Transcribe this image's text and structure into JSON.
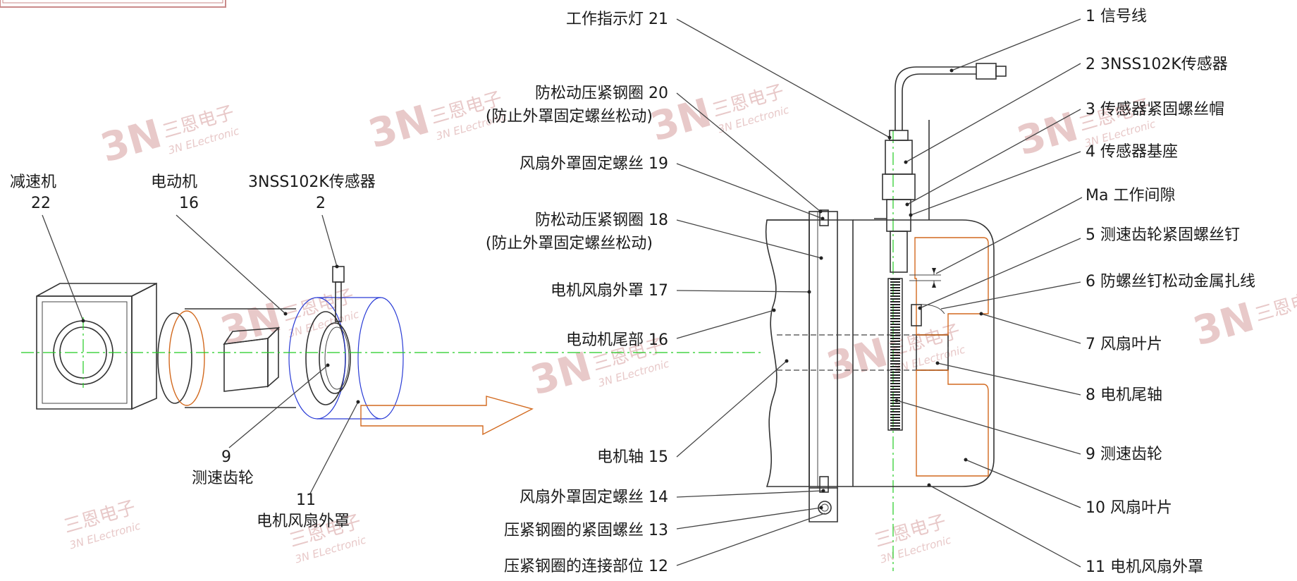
{
  "left_view": {
    "reducer": {
      "name": "减速机",
      "num": "22"
    },
    "motor": {
      "name": "电动机",
      "num": "16"
    },
    "sensor": {
      "name": "3NSS102K传感器",
      "num": "2"
    },
    "gear": {
      "num": "9",
      "name": "测速齿轮"
    },
    "cover": {
      "num": "11",
      "name": "电机风扇外罩"
    }
  },
  "left_labels": {
    "l21": "工作指示灯  21",
    "l20a": "防松动压紧钢圈  20",
    "l20b": "(防止外罩固定螺丝松动)",
    "l19": "风扇外罩固定螺丝  19",
    "l18a": "防松动压紧钢圈  18",
    "l18b": "(防止外罩固定螺丝松动)",
    "l17": "电机风扇外罩  17",
    "l16": "电动机尾部  16",
    "l15": "电机轴  15",
    "l14": "风扇外罩固定螺丝  14",
    "l13": "压紧钢圈的紧固螺丝  13",
    "l12": "压紧钢圈的连接部位  12"
  },
  "right_labels": {
    "r1": "1  信号线",
    "r2": "2  3NSS102K传感器",
    "r3": "3  传感器紧固螺丝帽",
    "r4": "4  传感器基座",
    "rma": "Ma  工作间隙",
    "r5": "5  测速齿轮紧固螺丝钉",
    "r6": "6  防螺丝钉松动金属扎线",
    "r7": "7  风扇叶片",
    "r8": "8  电机尾轴",
    "r9": "9  测速齿轮",
    "r10": "10  风扇叶片",
    "r11": "11  电机风扇外罩"
  },
  "watermark": {
    "brand": "3N",
    "cn": "三恩电子",
    "en": "3N ELectronic"
  },
  "colors": {
    "center_line": "#22cc22",
    "blade": "#d2691e",
    "cover_outline": "#2a3cd6",
    "watermark": "#e8c9c9"
  }
}
